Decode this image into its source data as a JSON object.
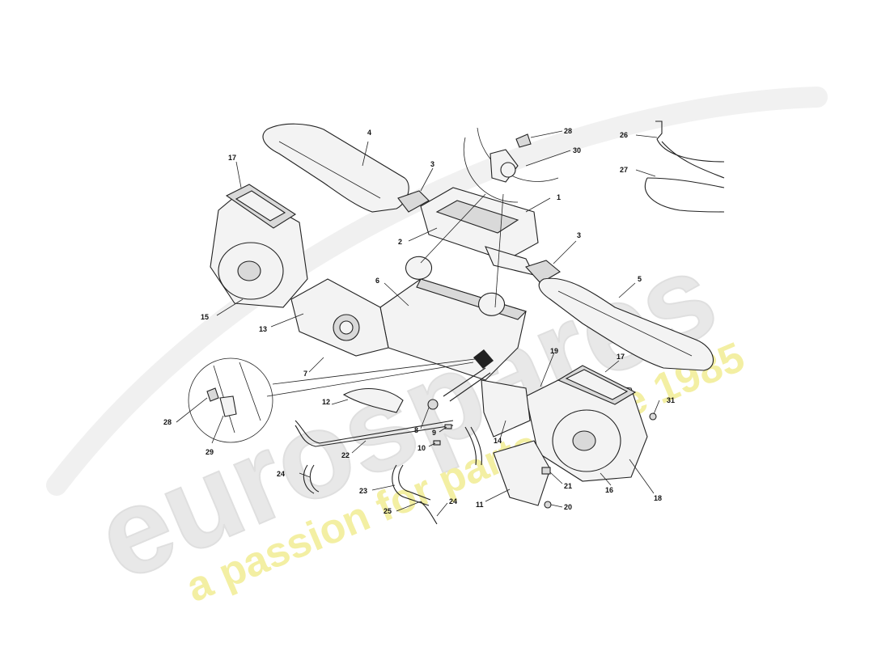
{
  "watermark": {
    "brand": "eurospares",
    "tagline": "a passion for parts since 1985",
    "brand_color": "#e6e6e6",
    "tagline_color": "#f2ee9a"
  },
  "callouts": {
    "p1": "1",
    "p2": "2",
    "p3a": "3",
    "p3b": "3",
    "p4": "4",
    "p5": "5",
    "p6": "6",
    "p7": "7",
    "p8": "8",
    "p9": "9",
    "p10": "10",
    "p11": "11",
    "p12": "12",
    "p13": "13",
    "p14": "14",
    "p15": "15",
    "p16": "16",
    "p17a": "17",
    "p17b": "17",
    "p18": "18",
    "p19": "19",
    "p20": "20",
    "p21": "21",
    "p22": "22",
    "p23": "23",
    "p24a": "24",
    "p24b": "24",
    "p25": "25",
    "p26": "26",
    "p27": "27",
    "p28a": "28",
    "p28b": "28",
    "p29": "29",
    "p30": "30",
    "p31": "31"
  }
}
